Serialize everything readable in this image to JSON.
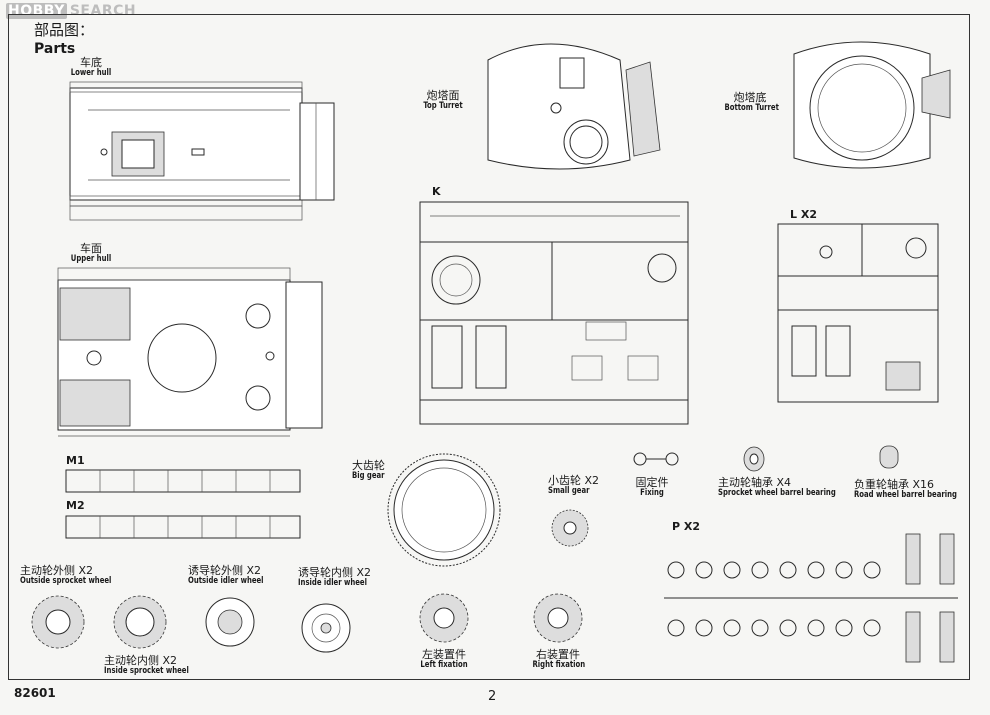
{
  "watermark": {
    "badge": "HOBBY",
    "text": "SEARCH"
  },
  "header": {
    "title_cn": "部品图：",
    "title_en": "Parts"
  },
  "parts": {
    "lower_hull": {
      "cn": "车底",
      "en": "Lower hull"
    },
    "upper_hull": {
      "cn": "车面",
      "en": "Upper hull"
    },
    "top_turret": {
      "cn": "炮塔面",
      "en": "Top Turret"
    },
    "bottom_turret": {
      "cn": "炮塔底",
      "en": "Bottom Turret"
    },
    "sprue_k": {
      "label": "K"
    },
    "sprue_l": {
      "label": "L X2"
    },
    "m1": {
      "label": "M1"
    },
    "m2": {
      "label": "M2"
    },
    "big_gear": {
      "cn": "大齿轮",
      "en": "Big gear"
    },
    "small_gear": {
      "cn": "小齿轮 X2",
      "en": "Small gear"
    },
    "fixing": {
      "cn": "固定件",
      "en": "Fixing"
    },
    "sprocket_bearing": {
      "cn": "主动轮轴承 X4",
      "en": "Sprocket wheel barrel bearing"
    },
    "road_bearing": {
      "cn": "负重轮轴承 X16",
      "en": "Road wheel barrel bearing"
    },
    "sprue_p": {
      "label": "P X2"
    },
    "outside_sprocket": {
      "cn": "主动轮外侧 X2",
      "en": "Outside sprocket wheel"
    },
    "inside_sprocket": {
      "cn": "主动轮内侧 X2",
      "en": "Inside sprocket wheel"
    },
    "outside_idler": {
      "cn": "诱导轮外侧 X2",
      "en": "Outside idler wheel"
    },
    "inside_idler": {
      "cn": "诱导轮内侧 X2",
      "en": "Inside idler wheel"
    },
    "left_fixation": {
      "cn": "左装置件",
      "en": "Left fixation"
    },
    "right_fixation": {
      "cn": "右装置件",
      "en": "Right fixation"
    }
  },
  "footer": {
    "code": "82601",
    "page": "2"
  }
}
